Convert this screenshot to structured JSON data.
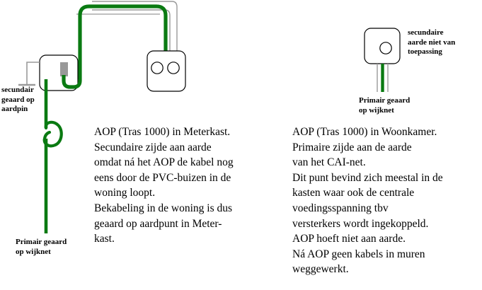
{
  "diagram": {
    "title": "AOP aarding schema",
    "colors": {
      "wire_green": "#0a7a12",
      "conduit_gray": "#9a9a9a",
      "outline_black": "#000000",
      "connector_gray": "#999999",
      "background": "#ffffff"
    }
  },
  "left_section": {
    "ground_label": "secundair\ngeaard op\naardpin",
    "primary_ground_label": "Primair geaard\nop wijknet",
    "paragraph": "AOP (Tras 1000) in Meterkast.\nSecundaire zijde aan aarde\nomdat ná het AOP de kabel nog\neens door de PVC-buizen in de\nwoning loopt.\nBekabeling in de woning is dus\ngeaard op aardpunt in Meter-\nkast.",
    "device_name": "aop-device-meterkast",
    "outlet_name": "wall-outlet-two-port"
  },
  "right_section": {
    "secondary_ground_label": "secundaire\naarde niet van\ntoepassing",
    "primary_ground_label": "Primair geaard\nop wijknet",
    "paragraph": "AOP (Tras 1000) in Woonkamer.\nPrimaire zijde aan de aarde\nvan het CAI-net.\nDit punt bevind zich meestal in de\nkasten waar ook de centrale\nvoedingsspanning tbv\nversterkers wordt ingekoppeld.\nAOP hoeft niet aan aarde.\nNá AOP geen kabels in muren\nweggewerkt.",
    "device_name": "aop-device-woonkamer"
  }
}
